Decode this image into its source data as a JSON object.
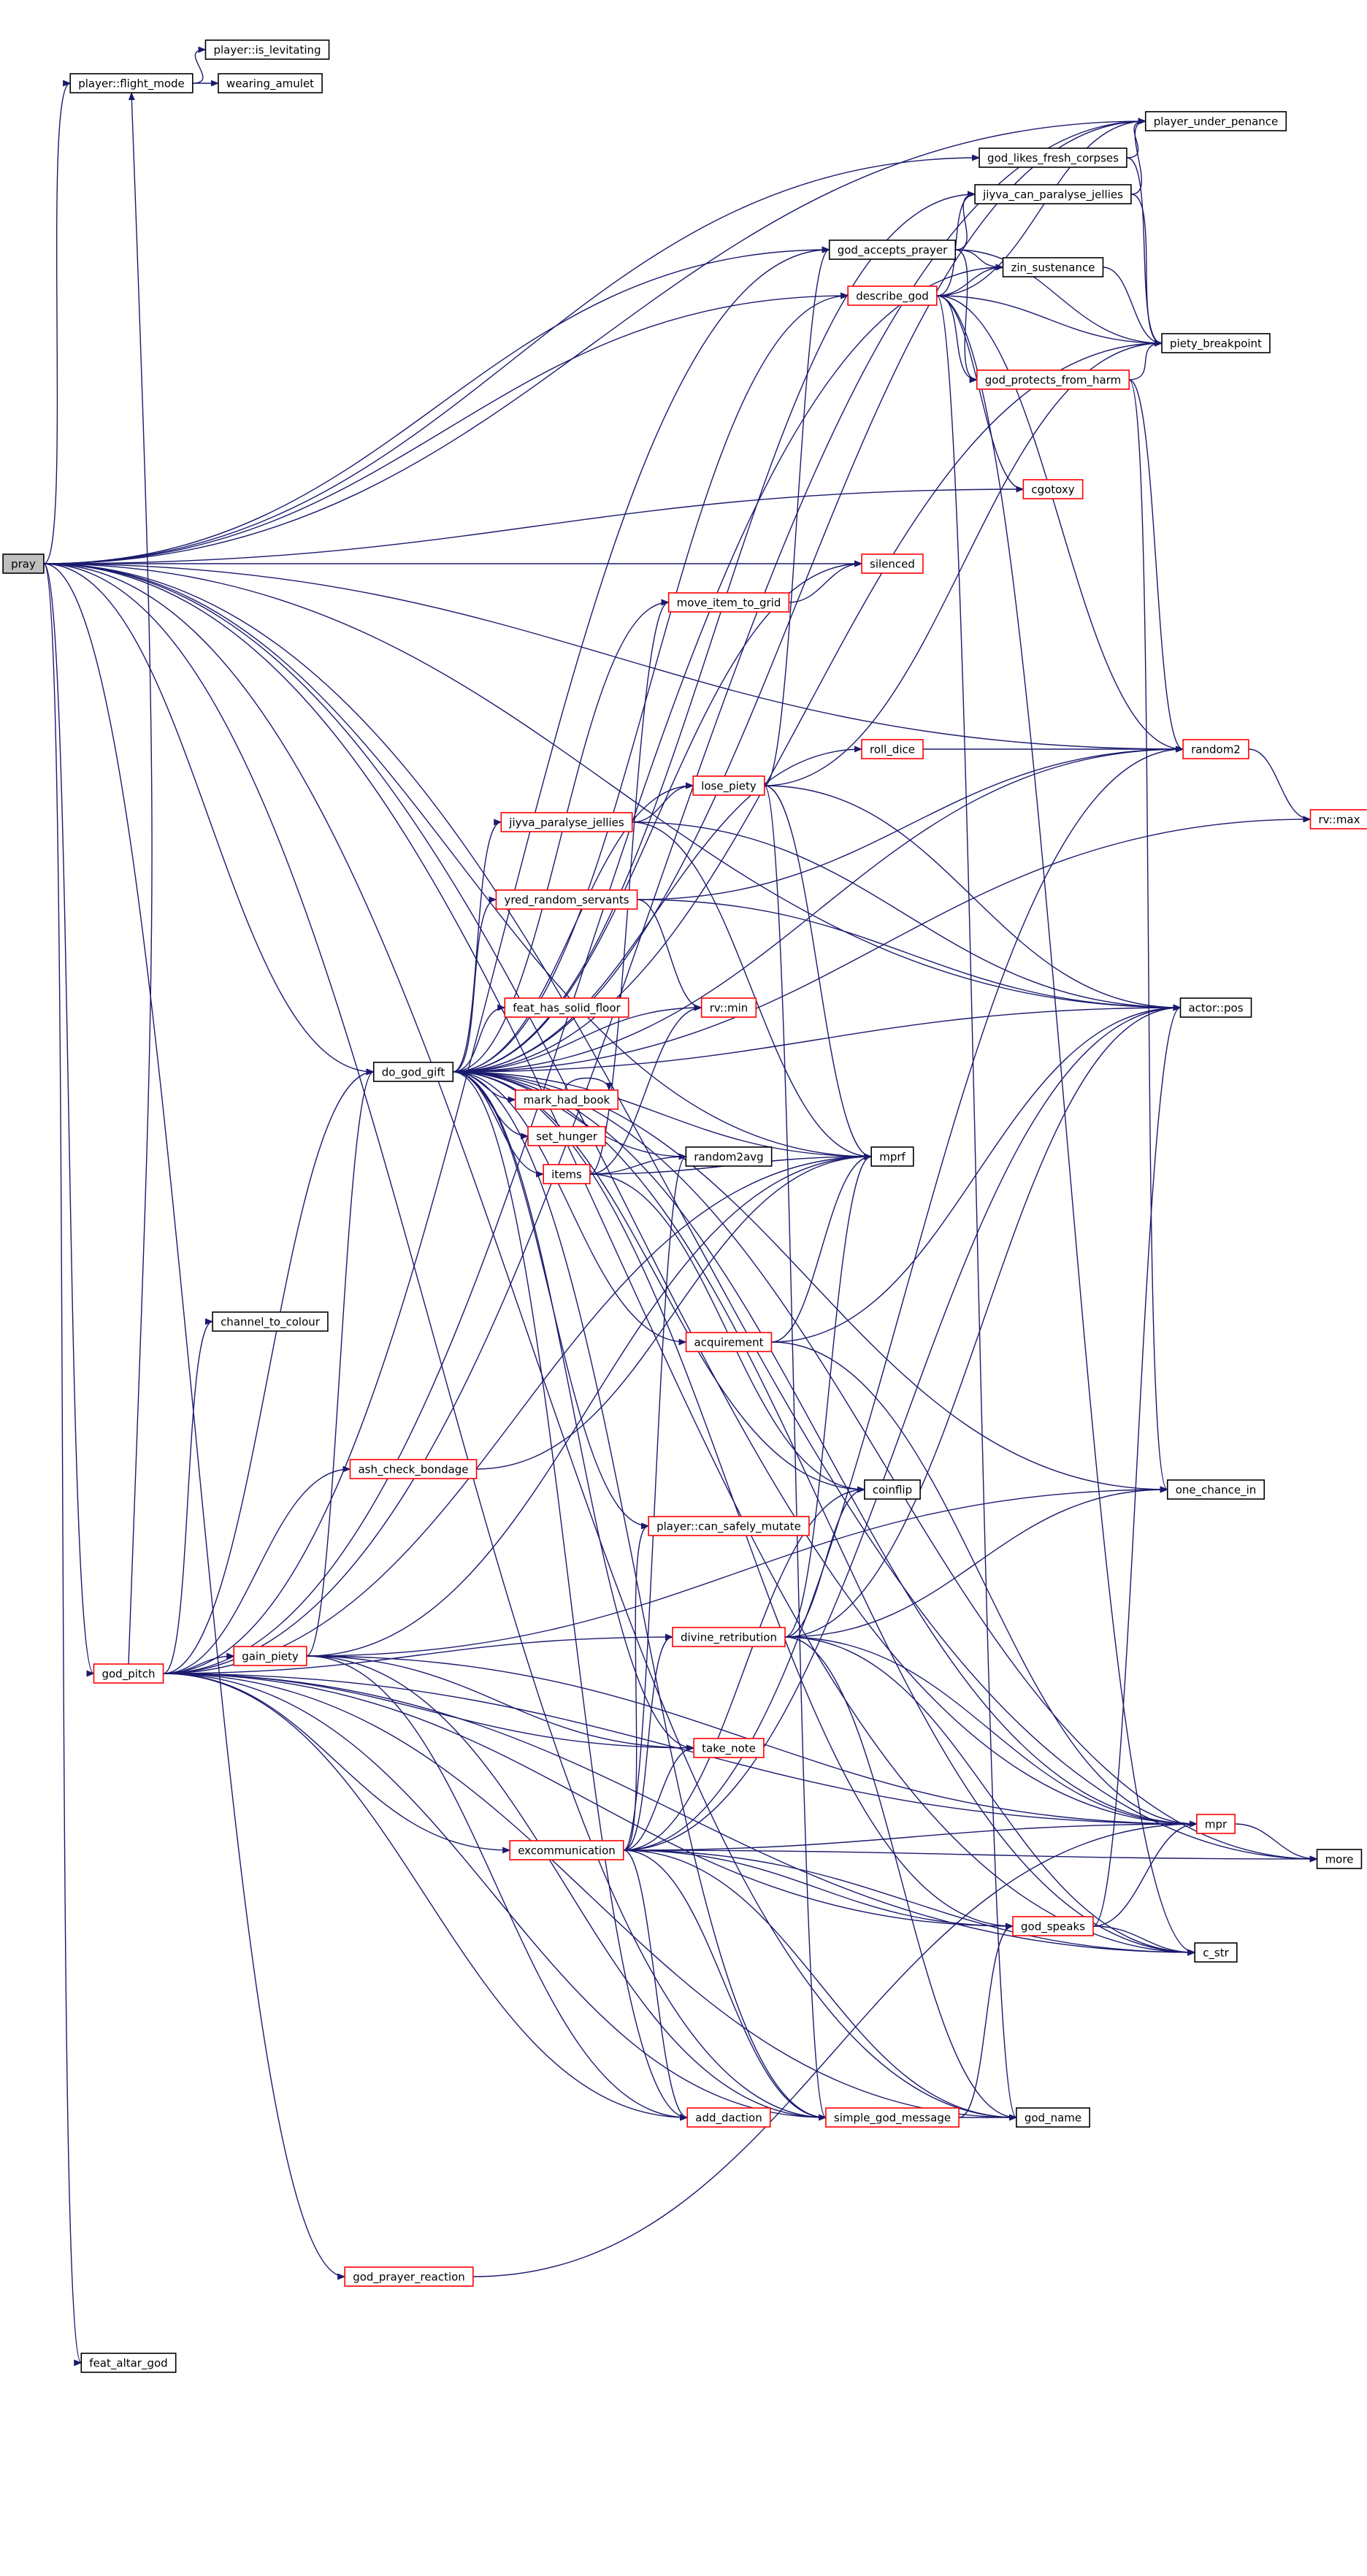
{
  "colors": {
    "edge": "#1a1a6e",
    "box_normal": "#000000",
    "box_truncated": "#ff0000",
    "box_root_fill": "#bfbfbf"
  },
  "nodes": [
    {
      "id": "pray",
      "label": "pray",
      "kind": "root"
    },
    {
      "id": "is_levitating",
      "label": "player::is_levitating",
      "kind": "normal"
    },
    {
      "id": "flight_mode",
      "label": "player::flight_mode",
      "kind": "normal"
    },
    {
      "id": "wearing_amulet",
      "label": "wearing_amulet",
      "kind": "normal"
    },
    {
      "id": "under_penance",
      "label": "player_under_penance",
      "kind": "normal"
    },
    {
      "id": "fresh_corpses",
      "label": "god_likes_fresh_corpses",
      "kind": "normal"
    },
    {
      "id": "jiyva_can",
      "label": "jiyva_can_paralyse_jellies",
      "kind": "normal"
    },
    {
      "id": "accepts_prayer",
      "label": "god_accepts_prayer",
      "kind": "normal"
    },
    {
      "id": "zin_sust",
      "label": "zin_sustenance",
      "kind": "normal"
    },
    {
      "id": "describe_god",
      "label": "describe_god",
      "kind": "truncated"
    },
    {
      "id": "piety_bp",
      "label": "piety_breakpoint",
      "kind": "normal"
    },
    {
      "id": "protects",
      "label": "god_protects_from_harm",
      "kind": "truncated"
    },
    {
      "id": "cgotoxy",
      "label": "cgotoxy",
      "kind": "truncated"
    },
    {
      "id": "silenced",
      "label": "silenced",
      "kind": "truncated"
    },
    {
      "id": "move_item",
      "label": "move_item_to_grid",
      "kind": "truncated"
    },
    {
      "id": "roll_dice",
      "label": "roll_dice",
      "kind": "truncated"
    },
    {
      "id": "random2",
      "label": "random2",
      "kind": "truncated"
    },
    {
      "id": "lose_piety",
      "label": "lose_piety",
      "kind": "truncated"
    },
    {
      "id": "rv_max",
      "label": "rv::max",
      "kind": "truncated"
    },
    {
      "id": "jiyva_par",
      "label": "jiyva_paralyse_jellies",
      "kind": "truncated"
    },
    {
      "id": "yred",
      "label": "yred_random_servants",
      "kind": "truncated"
    },
    {
      "id": "actor_pos",
      "label": "actor::pos",
      "kind": "normal"
    },
    {
      "id": "feat_floor",
      "label": "feat_has_solid_floor",
      "kind": "truncated"
    },
    {
      "id": "rv_min",
      "label": "rv::min",
      "kind": "truncated"
    },
    {
      "id": "do_god_gift",
      "label": "do_god_gift",
      "kind": "normal"
    },
    {
      "id": "mark_book",
      "label": "mark_had_book",
      "kind": "truncated"
    },
    {
      "id": "set_hunger",
      "label": "set_hunger",
      "kind": "truncated"
    },
    {
      "id": "items",
      "label": "items",
      "kind": "truncated"
    },
    {
      "id": "random2avg",
      "label": "random2avg",
      "kind": "normal"
    },
    {
      "id": "mprf",
      "label": "mprf",
      "kind": "normal"
    },
    {
      "id": "channel",
      "label": "channel_to_colour",
      "kind": "normal"
    },
    {
      "id": "acquirement",
      "label": "acquirement",
      "kind": "truncated"
    },
    {
      "id": "ash_bondage",
      "label": "ash_check_bondage",
      "kind": "truncated"
    },
    {
      "id": "coinflip",
      "label": "coinflip",
      "kind": "normal"
    },
    {
      "id": "one_chance",
      "label": "one_chance_in",
      "kind": "normal"
    },
    {
      "id": "can_mutate",
      "label": "player::can_safely_mutate",
      "kind": "truncated"
    },
    {
      "id": "god_pitch",
      "label": "god_pitch",
      "kind": "truncated"
    },
    {
      "id": "gain_piety",
      "label": "gain_piety",
      "kind": "truncated"
    },
    {
      "id": "div_retrib",
      "label": "divine_retribution",
      "kind": "truncated"
    },
    {
      "id": "take_note",
      "label": "take_note",
      "kind": "truncated"
    },
    {
      "id": "mpr",
      "label": "mpr",
      "kind": "truncated"
    },
    {
      "id": "excomm",
      "label": "excommunication",
      "kind": "truncated"
    },
    {
      "id": "more",
      "label": "more",
      "kind": "normal"
    },
    {
      "id": "god_speaks",
      "label": "god_speaks",
      "kind": "truncated"
    },
    {
      "id": "c_str",
      "label": "c_str",
      "kind": "normal"
    },
    {
      "id": "add_daction",
      "label": "add_daction",
      "kind": "truncated"
    },
    {
      "id": "simple_msg",
      "label": "simple_god_message",
      "kind": "truncated"
    },
    {
      "id": "god_name",
      "label": "god_name",
      "kind": "normal"
    },
    {
      "id": "prayer_react",
      "label": "god_prayer_reaction",
      "kind": "truncated"
    },
    {
      "id": "feat_altar",
      "label": "feat_altar_god",
      "kind": "normal"
    }
  ],
  "edges": [
    [
      "pray",
      "flight_mode"
    ],
    [
      "pray",
      "under_penance"
    ],
    [
      "pray",
      "fresh_corpses"
    ],
    [
      "pray",
      "accepts_prayer"
    ],
    [
      "pray",
      "describe_god"
    ],
    [
      "pray",
      "cgotoxy"
    ],
    [
      "pray",
      "silenced"
    ],
    [
      "pray",
      "random2"
    ],
    [
      "pray",
      "actor_pos"
    ],
    [
      "pray",
      "mprf"
    ],
    [
      "pray",
      "do_god_gift"
    ],
    [
      "pray",
      "god_pitch"
    ],
    [
      "pray",
      "feat_altar"
    ],
    [
      "pray",
      "prayer_react"
    ],
    [
      "pray",
      "simple_msg"
    ],
    [
      "pray",
      "god_name"
    ],
    [
      "pray",
      "mpr"
    ],
    [
      "pray",
      "c_str"
    ],
    [
      "pray",
      "more"
    ],
    [
      "flight_mode",
      "is_levitating"
    ],
    [
      "flight_mode",
      "wearing_amulet"
    ],
    [
      "fresh_corpses",
      "under_penance"
    ],
    [
      "fresh_corpses",
      "piety_bp"
    ],
    [
      "jiyva_can",
      "under_penance"
    ],
    [
      "jiyva_can",
      "piety_bp"
    ],
    [
      "accepts_prayer",
      "jiyva_can"
    ],
    [
      "accepts_prayer",
      "zin_sust"
    ],
    [
      "accepts_prayer",
      "protects"
    ],
    [
      "accepts_prayer",
      "piety_bp"
    ],
    [
      "zin_sust",
      "piety_bp"
    ],
    [
      "describe_god",
      "under_penance"
    ],
    [
      "describe_god",
      "jiyva_can"
    ],
    [
      "describe_god",
      "zin_sust"
    ],
    [
      "describe_god",
      "piety_bp"
    ],
    [
      "describe_god",
      "protects"
    ],
    [
      "describe_god",
      "cgotoxy"
    ],
    [
      "describe_god",
      "random2"
    ],
    [
      "describe_god",
      "god_name"
    ],
    [
      "describe_god",
      "c_str"
    ],
    [
      "protects",
      "piety_bp"
    ],
    [
      "protects",
      "random2"
    ],
    [
      "protects",
      "one_chance"
    ],
    [
      "move_item",
      "silenced"
    ],
    [
      "roll_dice",
      "random2"
    ],
    [
      "random2",
      "rv_max"
    ],
    [
      "lose_piety",
      "accepts_prayer"
    ],
    [
      "lose_piety",
      "piety_bp"
    ],
    [
      "lose_piety",
      "mprf"
    ],
    [
      "lose_piety",
      "simple_msg"
    ],
    [
      "lose_piety",
      "actor_pos"
    ],
    [
      "jiyva_par",
      "lose_piety"
    ],
    [
      "jiyva_par",
      "mprf"
    ],
    [
      "jiyva_par",
      "actor_pos"
    ],
    [
      "yred",
      "random2"
    ],
    [
      "yred",
      "rv_min"
    ],
    [
      "yred",
      "actor_pos"
    ],
    [
      "do_god_gift",
      "under_penance"
    ],
    [
      "do_god_gift",
      "jiyva_can"
    ],
    [
      "do_god_gift",
      "describe_god"
    ],
    [
      "do_god_gift",
      "piety_bp"
    ],
    [
      "do_god_gift",
      "silenced"
    ],
    [
      "do_god_gift",
      "move_item"
    ],
    [
      "do_god_gift",
      "roll_dice"
    ],
    [
      "do_god_gift",
      "random2"
    ],
    [
      "do_god_gift",
      "lose_piety"
    ],
    [
      "do_god_gift",
      "rv_max"
    ],
    [
      "do_god_gift",
      "jiyva_par"
    ],
    [
      "do_god_gift",
      "yred"
    ],
    [
      "do_god_gift",
      "actor_pos"
    ],
    [
      "do_god_gift",
      "feat_floor"
    ],
    [
      "do_god_gift",
      "rv_min"
    ],
    [
      "do_god_gift",
      "mark_book"
    ],
    [
      "do_god_gift",
      "set_hunger"
    ],
    [
      "do_god_gift",
      "items"
    ],
    [
      "do_god_gift",
      "random2avg"
    ],
    [
      "do_god_gift",
      "mprf"
    ],
    [
      "do_god_gift",
      "acquirement"
    ],
    [
      "do_god_gift",
      "coinflip"
    ],
    [
      "do_god_gift",
      "one_chance"
    ],
    [
      "do_god_gift",
      "can_mutate"
    ],
    [
      "do_god_gift",
      "take_note"
    ],
    [
      "do_god_gift",
      "mpr"
    ],
    [
      "do_god_gift",
      "more"
    ],
    [
      "do_god_gift",
      "god_speaks"
    ],
    [
      "do_god_gift",
      "c_str"
    ],
    [
      "do_god_gift",
      "add_daction"
    ],
    [
      "do_god_gift",
      "simple_msg"
    ],
    [
      "mark_book",
      "mark_book"
    ],
    [
      "items",
      "move_item"
    ],
    [
      "items",
      "random2avg"
    ],
    [
      "items",
      "mprf"
    ],
    [
      "items",
      "coinflip"
    ],
    [
      "items",
      "rv_min"
    ],
    [
      "acquirement",
      "mprf"
    ],
    [
      "acquirement",
      "actor_pos"
    ],
    [
      "acquirement",
      "mpr"
    ],
    [
      "ash_bondage",
      "mprf"
    ],
    [
      "god_pitch",
      "flight_mode"
    ],
    [
      "god_pitch",
      "under_penance"
    ],
    [
      "god_pitch",
      "accepts_prayer"
    ],
    [
      "god_pitch",
      "zin_sust"
    ],
    [
      "god_pitch",
      "channel"
    ],
    [
      "god_pitch",
      "ash_bondage"
    ],
    [
      "god_pitch",
      "gain_piety"
    ],
    [
      "god_pitch",
      "div_retrib"
    ],
    [
      "god_pitch",
      "take_note"
    ],
    [
      "god_pitch",
      "mpr"
    ],
    [
      "god_pitch",
      "excomm"
    ],
    [
      "god_pitch",
      "mprf"
    ],
    [
      "god_pitch",
      "add_daction"
    ],
    [
      "god_pitch",
      "simple_msg"
    ],
    [
      "god_pitch",
      "god_name"
    ],
    [
      "god_pitch",
      "god_speaks"
    ],
    [
      "god_pitch",
      "c_str"
    ],
    [
      "god_pitch",
      "do_god_gift"
    ],
    [
      "gain_piety",
      "do_god_gift"
    ],
    [
      "gain_piety",
      "one_chance"
    ],
    [
      "gain_piety",
      "mprf"
    ],
    [
      "gain_piety",
      "take_note"
    ],
    [
      "gain_piety",
      "mpr"
    ],
    [
      "gain_piety",
      "add_daction"
    ],
    [
      "gain_piety",
      "simple_msg"
    ],
    [
      "div_retrib",
      "mprf"
    ],
    [
      "div_retrib",
      "coinflip"
    ],
    [
      "div_retrib",
      "one_chance"
    ],
    [
      "div_retrib",
      "actor_pos"
    ],
    [
      "div_retrib",
      "mpr"
    ],
    [
      "div_retrib",
      "god_name"
    ],
    [
      "div_retrib",
      "c_str"
    ],
    [
      "excomm",
      "random2avg"
    ],
    [
      "excomm",
      "can_mutate"
    ],
    [
      "excomm",
      "div_retrib"
    ],
    [
      "excomm",
      "take_note"
    ],
    [
      "excomm",
      "mpr"
    ],
    [
      "excomm",
      "more"
    ],
    [
      "excomm",
      "god_speaks"
    ],
    [
      "excomm",
      "c_str"
    ],
    [
      "excomm",
      "add_daction"
    ],
    [
      "excomm",
      "simple_msg"
    ],
    [
      "excomm",
      "god_name"
    ],
    [
      "excomm",
      "actor_pos"
    ],
    [
      "excomm",
      "coinflip"
    ],
    [
      "excomm",
      "random2"
    ],
    [
      "god_speaks",
      "mpr"
    ],
    [
      "god_speaks",
      "c_str"
    ],
    [
      "god_speaks",
      "actor_pos"
    ],
    [
      "mpr",
      "more"
    ],
    [
      "simple_msg",
      "god_speaks"
    ],
    [
      "simple_msg",
      "god_name"
    ],
    [
      "prayer_react",
      "mpr"
    ]
  ]
}
